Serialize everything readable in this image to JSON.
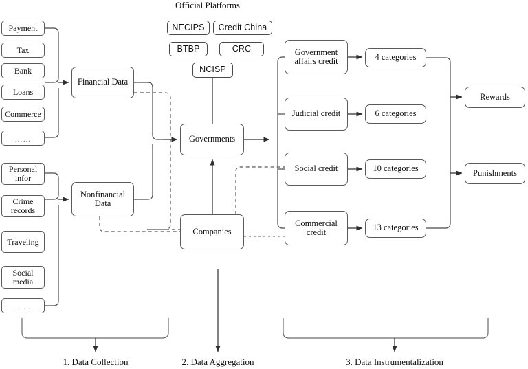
{
  "diagram": {
    "title_label": "Official Platforms",
    "financial_sources": [
      {
        "id": "payment",
        "label": "Payment"
      },
      {
        "id": "tax",
        "label": "Tax"
      },
      {
        "id": "bank",
        "label": "Bank"
      },
      {
        "id": "loans",
        "label": "Loans"
      },
      {
        "id": "commerce",
        "label": "Commerce"
      },
      {
        "id": "more-financial",
        "label": "……"
      }
    ],
    "nonfinancial_sources": [
      {
        "id": "personal-infor",
        "label": "Personal infor"
      },
      {
        "id": "crime-records",
        "label": "Crime records"
      },
      {
        "id": "traveling",
        "label": "Traveling"
      },
      {
        "id": "social-media",
        "label": "Social media"
      },
      {
        "id": "more-nonfinancial",
        "label": "……"
      }
    ],
    "aggregators": [
      {
        "id": "financial-data",
        "label": "Financial Data"
      },
      {
        "id": "nonfinancial-data",
        "label": "Nonfinancial Data"
      }
    ],
    "platforms": [
      {
        "id": "necips",
        "label": "NECIPS"
      },
      {
        "id": "credit-china",
        "label": "Credit China"
      },
      {
        "id": "btbp",
        "label": "BTBP"
      },
      {
        "id": "crc",
        "label": "CRC"
      },
      {
        "id": "ncisp",
        "label": "NCISP"
      }
    ],
    "actors": [
      {
        "id": "governments",
        "label": "Governments"
      },
      {
        "id": "companies",
        "label": "Companies"
      }
    ],
    "credit_domains": [
      {
        "id": "government-affairs-credit",
        "label": "Government affairs credit",
        "categories": "4 categories"
      },
      {
        "id": "judicial-credit",
        "label": "Judicial credit",
        "categories": "6 categories"
      },
      {
        "id": "social-credit",
        "label": "Social credit",
        "categories": "10 categories"
      },
      {
        "id": "commercial-credit",
        "label": "Commercial credit",
        "categories": "13 categories"
      }
    ],
    "outcomes": [
      {
        "id": "rewards",
        "label": "Rewards"
      },
      {
        "id": "punishments",
        "label": "Punishments"
      }
    ],
    "stages": [
      {
        "id": "stage-1",
        "label": "1. Data Collection"
      },
      {
        "id": "stage-2",
        "label": "2. Data Aggregation"
      },
      {
        "id": "stage-3",
        "label": "3. Data Instrumentalization"
      }
    ],
    "colors": {
      "stroke": "#4a4a4a",
      "box_border": "#5a5a5a",
      "text": "#111111",
      "background": "#ffffff"
    }
  }
}
